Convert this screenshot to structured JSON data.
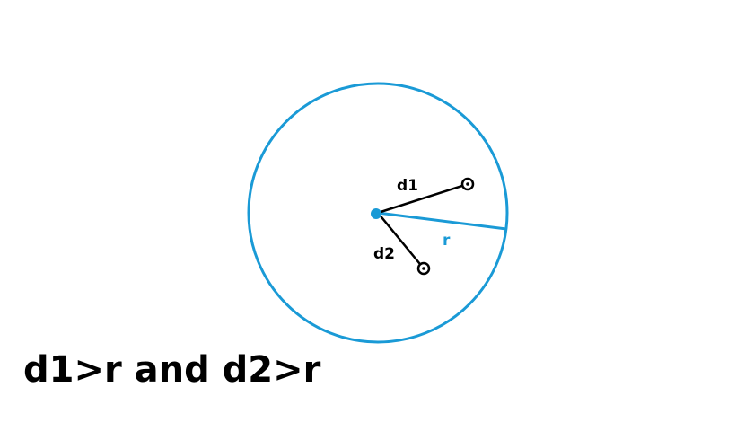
{
  "colors": {
    "circle": "#1a9ad6",
    "segment": "#000000",
    "text": "#000000"
  },
  "labels": {
    "d1": "d1",
    "d2": "d2",
    "r": "r"
  },
  "caption": "d1>r and d2>r"
}
